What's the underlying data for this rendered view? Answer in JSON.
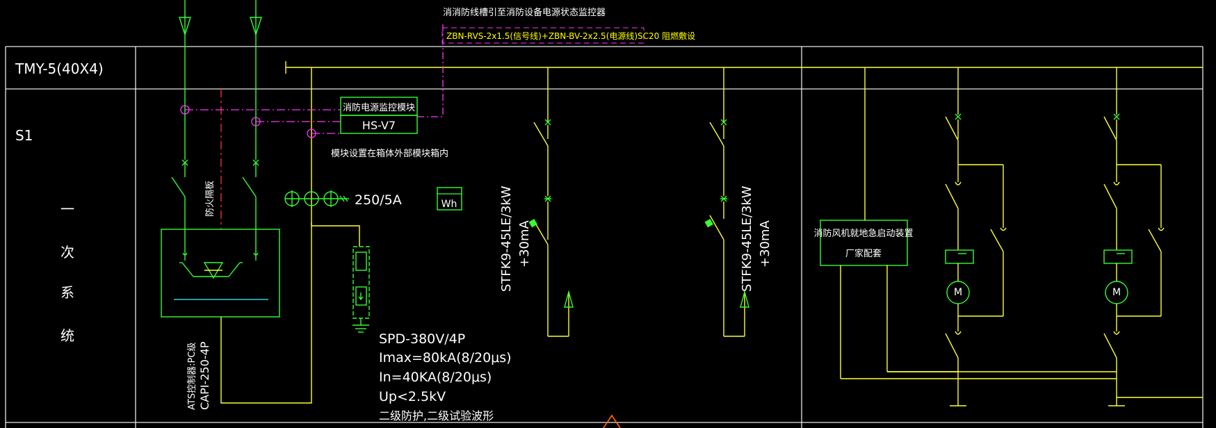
{
  "colors": {
    "background": "#000000",
    "frame": "#e8e8e8",
    "conductor": "#ffff33",
    "equipment": "#33ff33",
    "monitor_bus": "#ff33ff",
    "fire_barrier": "#ff3333",
    "text": "#ffffff",
    "cable_spec": "#ffff00",
    "marker": "#ff6a00"
  },
  "header": {
    "feed_note": "消消防线槽引至消防设备电源状态监控器",
    "cable_spec": "ZBN-RVS-2x1.5(信号线)+ZBN-BV-2x2.5(电源线)SC20 阻燃敷设"
  },
  "row_labels": {
    "busbar": "TMY-5(40X4)",
    "scheme": "S1",
    "section_chars": [
      "一",
      "次",
      "系",
      "统"
    ]
  },
  "monitor": {
    "module_label": "消防电源监控模块",
    "module_model": "HS-V7",
    "note": "模块设置在箱体外部模块箱内"
  },
  "fire_barrier_label": "防火隔板",
  "ats": {
    "label_line1": "ATS控制器:PC级",
    "label_line2": "CAPI-250-4P"
  },
  "metering": {
    "ct_rating": "250/5A",
    "meter_symbol": "Wh"
  },
  "spd": {
    "lines": [
      "SPD-380V/4P",
      "Imax=80kA(8/20μs)",
      "In=40KA(8/20μs)",
      "Up<2.5kV",
      "二级防护,二级试验波形"
    ]
  },
  "branches": [
    {
      "breaker": "STFK9-45LE/3kW",
      "rcd": "+30mA"
    },
    {
      "breaker": "STFK9-45LE/3kW",
      "rcd": "+30mA"
    }
  ],
  "emergency_start": {
    "line1": "消防风机就地急启动装置",
    "line2": "厂家配套"
  },
  "motor_symbol": "M"
}
